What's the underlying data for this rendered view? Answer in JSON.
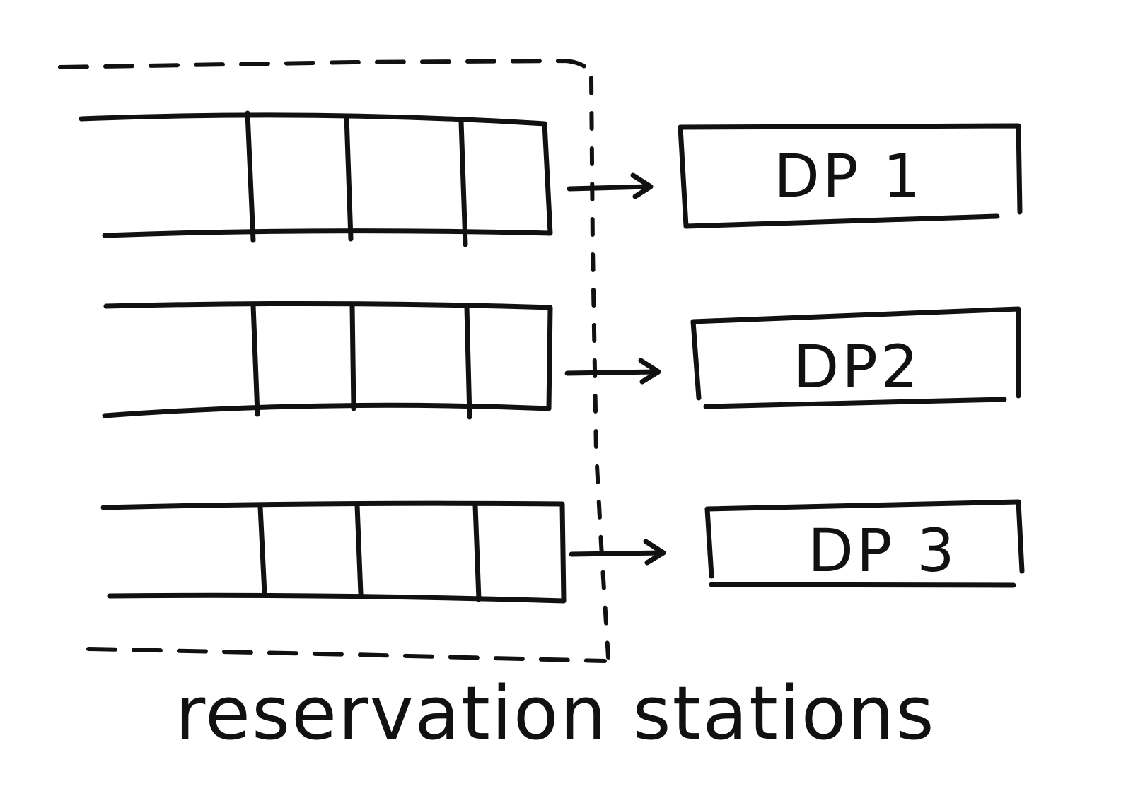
{
  "diagram": {
    "caption": "reservation stations",
    "units": [
      {
        "label": "DP 1"
      },
      {
        "label": "DP2"
      },
      {
        "label": "DP 3"
      }
    ]
  }
}
